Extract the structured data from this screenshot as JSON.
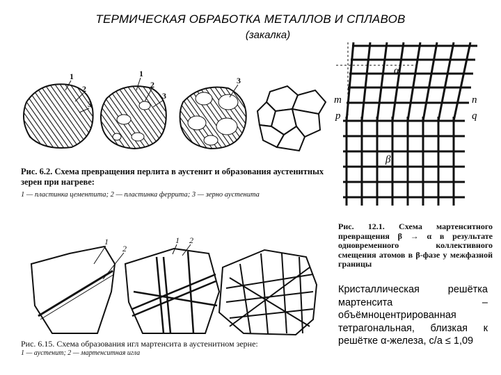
{
  "page": {
    "title": "ТЕРМИЧЕСКАЯ ОБРАБОТКА МЕТАЛЛОВ И СПЛАВОВ",
    "subtitle": "(закалка)"
  },
  "figure_6_2": {
    "caption": "Рис. 6.2. Схема превращения перлита в аустенит и образования аустенитных зерен при нагреве:",
    "legend": "1 — пластинка цементита; 2 — пластинка феррита; 3 — зерно аустенита",
    "markers": [
      "1",
      "2",
      "3",
      "1",
      "2",
      "3",
      "3"
    ]
  },
  "figure_6_15": {
    "caption": "Рис. 6.15. Схема образования игл мартенсита в аустенитном зерне:",
    "legend": "1 — аустенит; 2 — мартенситная игла",
    "markers": [
      "1",
      "2",
      "1",
      "2"
    ]
  },
  "figure_12_1": {
    "caption": "Рис. 12.1. Схема мартенситного превращения β → α в результате одновременного коллективного смещения атомов в β-фазе у межфазной границы",
    "labels": {
      "alpha": "α",
      "beta": "β",
      "m": "m",
      "n": "n",
      "p": "p",
      "q": "q"
    }
  },
  "description": "Кристаллическая решётка мартенсита – объёмноцентрированная тетрагональная, близкая к решётке α-железа, c/a ≤ 1,09",
  "colors": {
    "ink": "#111111",
    "background": "#ffffff"
  }
}
